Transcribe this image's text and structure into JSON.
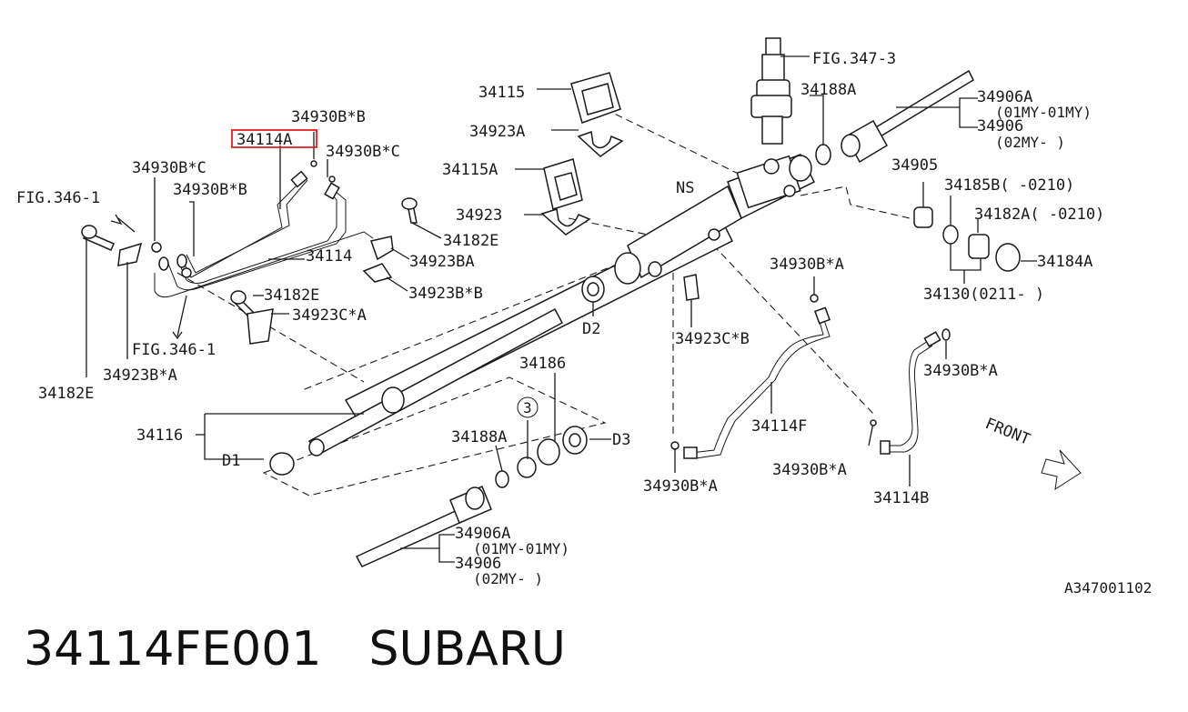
{
  "highlight_color": "#e02020",
  "diagram": {
    "labels": {
      "fig347_3": "FIG.347-3",
      "p34115": "34115",
      "p34188A_top": "34188A",
      "p34906A_top": "34906A",
      "p01my_top": "(01MY-01MY)",
      "p34906_top": "34906",
      "p02my_top": "(02MY-     )",
      "p34930BB_top": "34930B*B",
      "p34114A": "34114A",
      "p34930BC_a": "34930B*C",
      "p34923A": "34923A",
      "p34930BC_b": "34930B*C",
      "p34115A": "34115A",
      "ns": "NS",
      "p34905": "34905",
      "p34185B": "34185B(   -0210)",
      "fig346_1_top": "FIG.346-1",
      "p34930BB_mid": "34930B*B",
      "p34923": "34923",
      "p34182A": "34182A(   -0210)",
      "p34182E_a": "34182E",
      "p34114": "34114",
      "p34923BA": "34923BA",
      "p34184A": "34184A",
      "p34930BA_a": "34930B*A",
      "p34923BB": "34923B*B",
      "p34182E_b": "34182E",
      "p34130": "34130(0211-     )",
      "p34923CA": "34923C*A",
      "d2": "D2",
      "fig346_1_bot": "FIG.346-1",
      "p34923CB": "34923C*B",
      "p34930BA_b": "34930B*A",
      "p34923BA_2": "34923B*A",
      "p34186": "34186",
      "p34182E_c": "34182E",
      "circle3": "3",
      "p34114F": "34114F",
      "p34116": "34116",
      "p34188A_bot": "34188A",
      "d3": "D3",
      "front": "FRONT",
      "d1": "D1",
      "p34930BA_c": "34930B*A",
      "p34930BA_d": "34930B*A",
      "p34114B": "34114B",
      "p34906A_bot": "34906A",
      "p01my_bot": "(01MY-01MY)",
      "p34906_bot": "34906",
      "p02my_bot": "(02MY-     )",
      "ref": "A347001102"
    }
  },
  "caption": {
    "part_number": "34114FE001",
    "brand": "SUBARU"
  }
}
